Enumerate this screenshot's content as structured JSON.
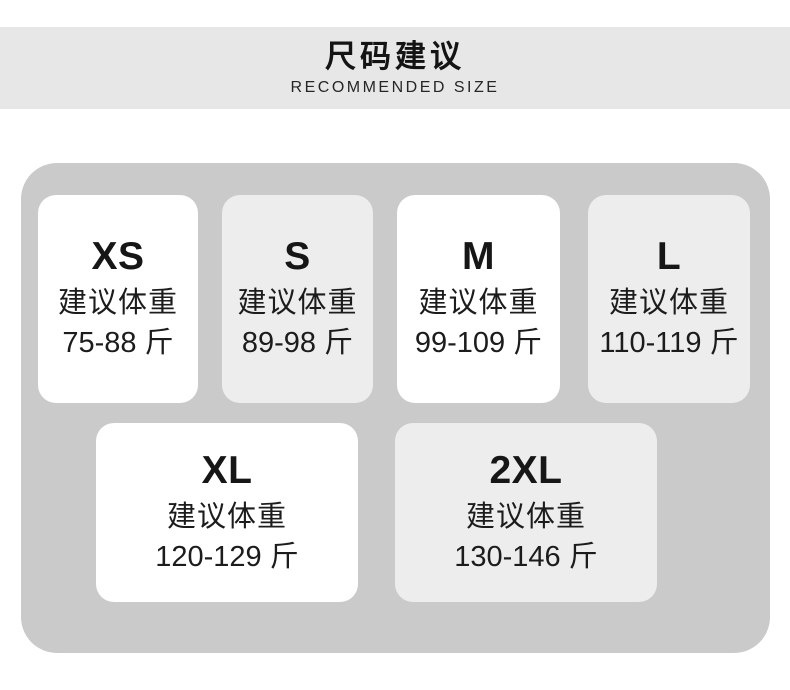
{
  "header": {
    "title": "尺码建议",
    "subtitle": "RECOMMENDED SIZE"
  },
  "size_cards": [
    {
      "size": "XS",
      "label": "建议体重",
      "range": "75-88 斤"
    },
    {
      "size": "S",
      "label": "建议体重",
      "range": "89-98 斤"
    },
    {
      "size": "M",
      "label": "建议体重",
      "range": "99-109 斤"
    },
    {
      "size": "L",
      "label": "建议体重",
      "range": "110-119 斤"
    },
    {
      "size": "XL",
      "label": "建议体重",
      "range": "120-129 斤"
    },
    {
      "size": "2XL",
      "label": "建议体重",
      "range": "130-146 斤"
    }
  ],
  "colors": {
    "page_background": "#ffffff",
    "header_band": "#e7e7e7",
    "panel_background": "#cacaca",
    "card_white": "#ffffff",
    "card_gray": "#ededed",
    "text": "#161616"
  }
}
